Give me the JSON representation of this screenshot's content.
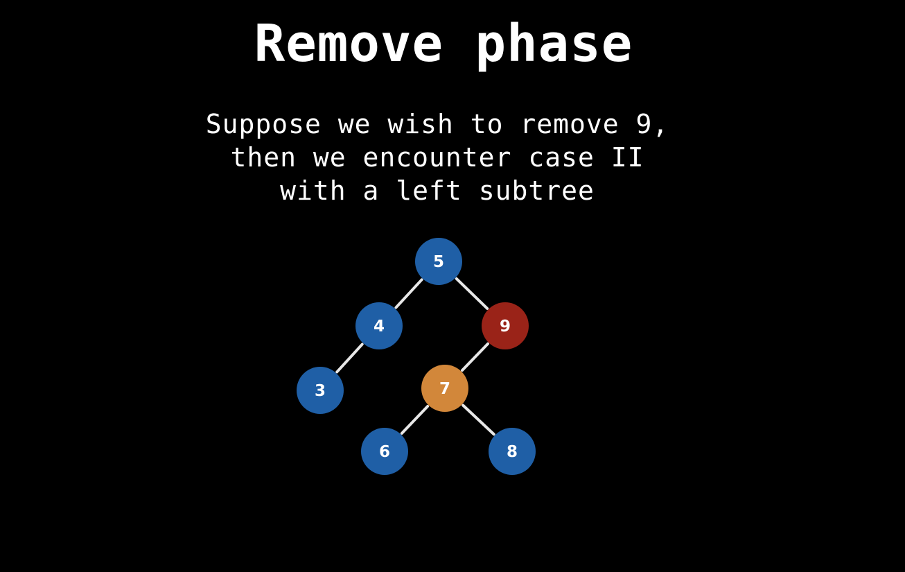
{
  "slide": {
    "title": "Remove phase",
    "subtitle_lines": [
      "Suppose we wish to remove 9,",
      "then we encounter case II",
      "with a left subtree"
    ]
  },
  "tree": {
    "colors": {
      "default": "#1f5fa6",
      "remove": "#9a2318",
      "highlight": "#d2873a",
      "edge": "#e8e8e8"
    },
    "nodes": [
      {
        "id": "n5",
        "label": "5",
        "role": "default"
      },
      {
        "id": "n4",
        "label": "4",
        "role": "default"
      },
      {
        "id": "n9",
        "label": "9",
        "role": "remove"
      },
      {
        "id": "n3",
        "label": "3",
        "role": "default"
      },
      {
        "id": "n7",
        "label": "7",
        "role": "highlight"
      },
      {
        "id": "n6",
        "label": "6",
        "role": "default"
      },
      {
        "id": "n8",
        "label": "8",
        "role": "default"
      }
    ],
    "edges": [
      {
        "from": "n5",
        "to": "n4"
      },
      {
        "from": "n5",
        "to": "n9"
      },
      {
        "from": "n4",
        "to": "n3"
      },
      {
        "from": "n9",
        "to": "n7"
      },
      {
        "from": "n7",
        "to": "n6"
      },
      {
        "from": "n7",
        "to": "n8"
      }
    ]
  }
}
